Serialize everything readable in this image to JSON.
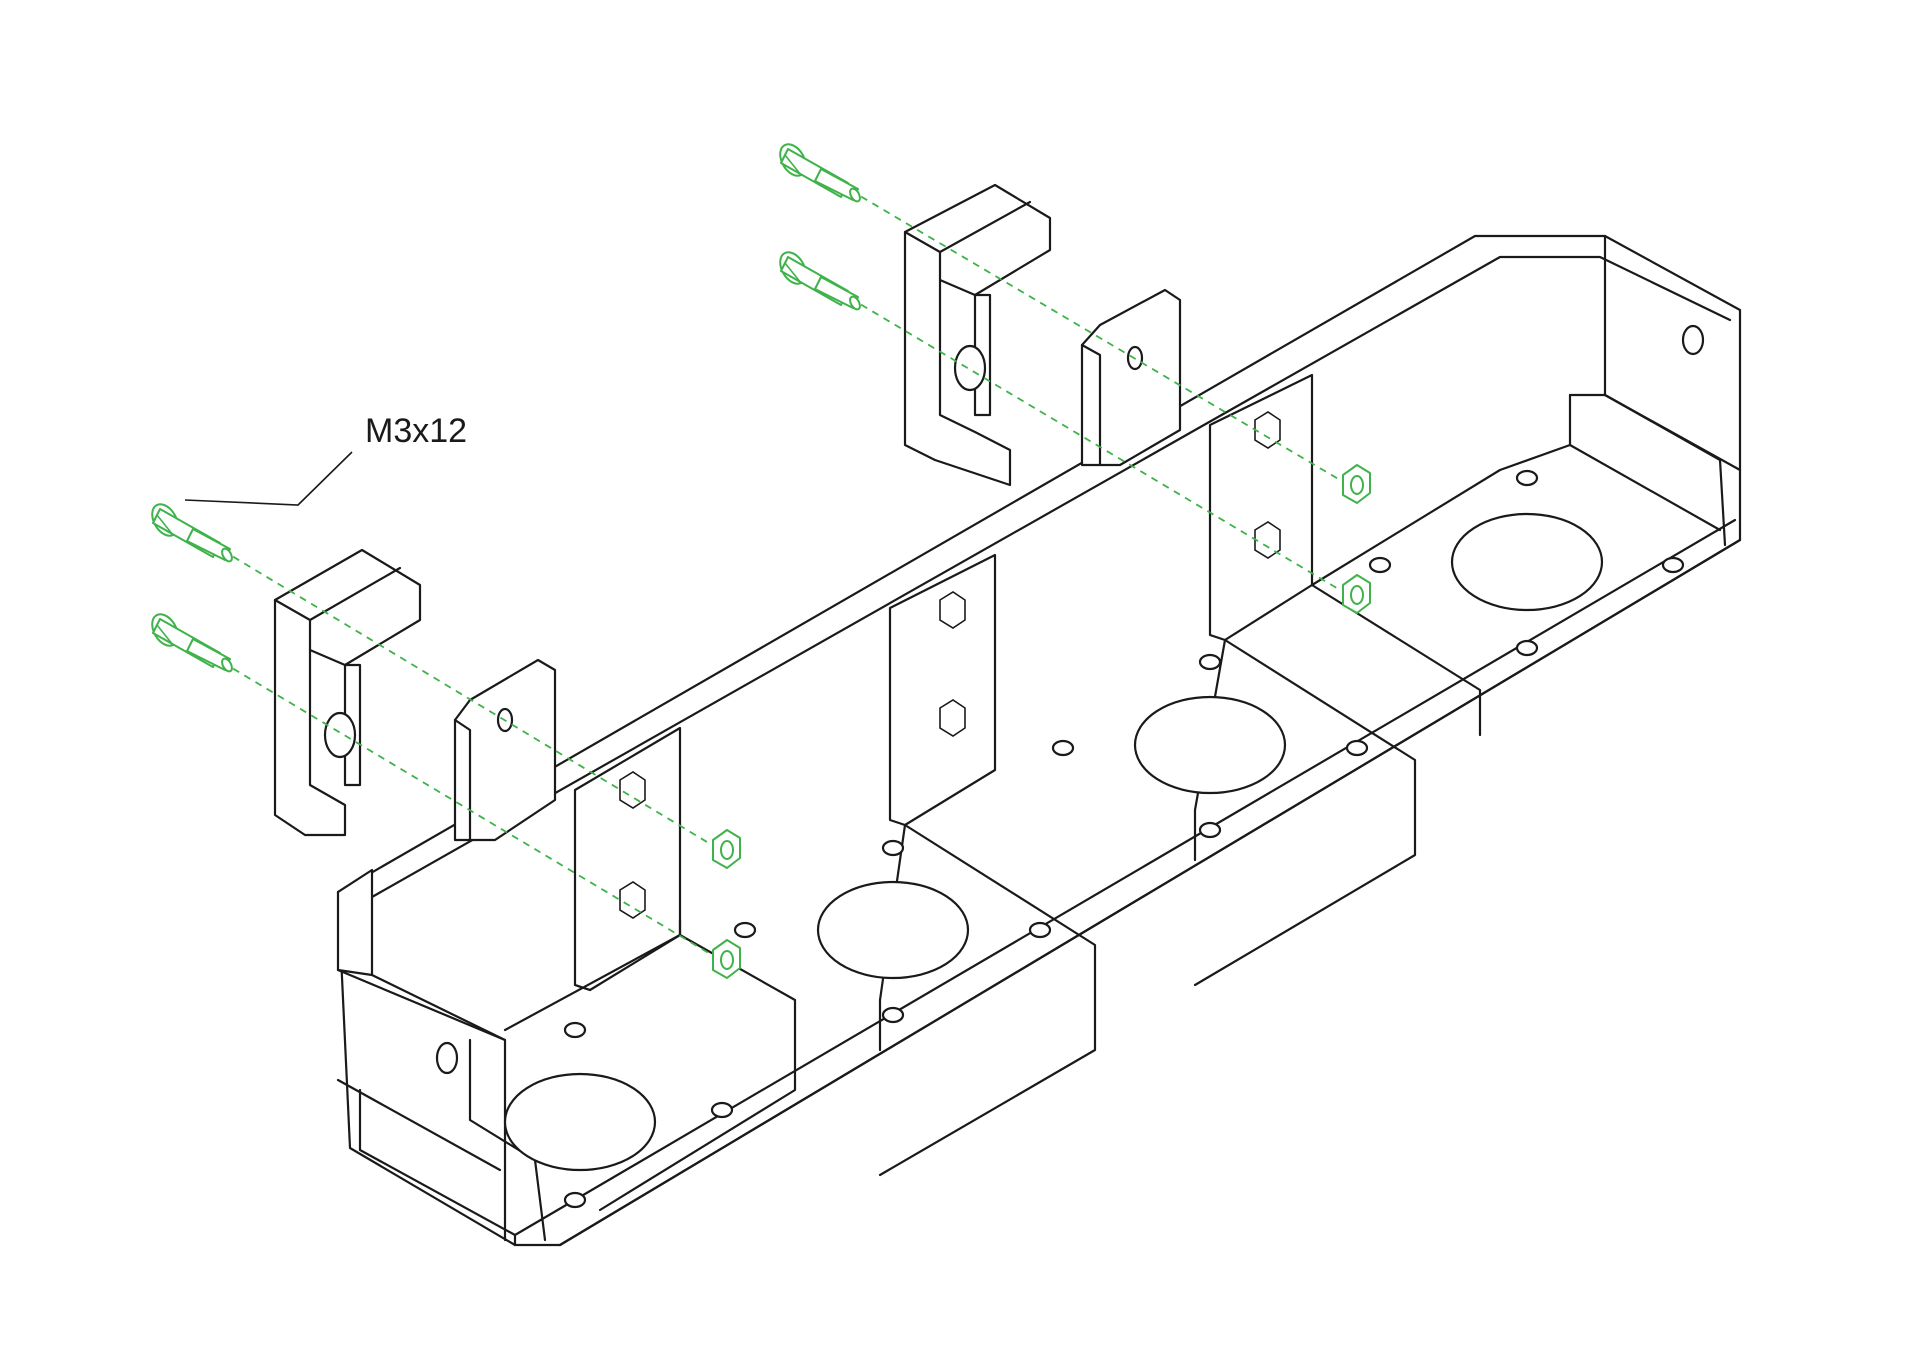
{
  "callout": {
    "label": "M3x12"
  },
  "colors": {
    "hardware": "#3fb24a",
    "outline": "#1a1a1a",
    "background": "#ffffff"
  },
  "parts": {
    "base": "motor-mount-base",
    "brackets": [
      "bracket-left",
      "bracket-right"
    ],
    "screws": [
      "screw-1",
      "screw-2",
      "screw-3",
      "screw-4"
    ],
    "nuts": [
      "nut-1",
      "nut-2",
      "nut-3",
      "nut-4"
    ]
  }
}
